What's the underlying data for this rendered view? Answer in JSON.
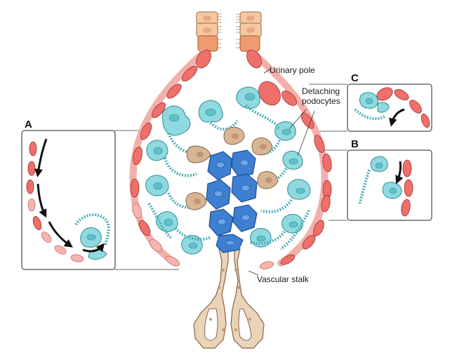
{
  "labels": {
    "urinary_pole": "Urinary pole",
    "detaching_podocytes_line1": "Detaching",
    "detaching_podocytes_line2": "podocytes",
    "vascular_stalk": "Vascular stalk"
  },
  "panels": {
    "a": "A",
    "b": "B",
    "c": "C"
  },
  "colors": {
    "parietal_epithelium": "#ef6f6a",
    "podocyte": "#8fd9df",
    "endothelium": "#3d7fd1",
    "mesangium": "#d8b594",
    "tubule": "#f6c8a0"
  }
}
